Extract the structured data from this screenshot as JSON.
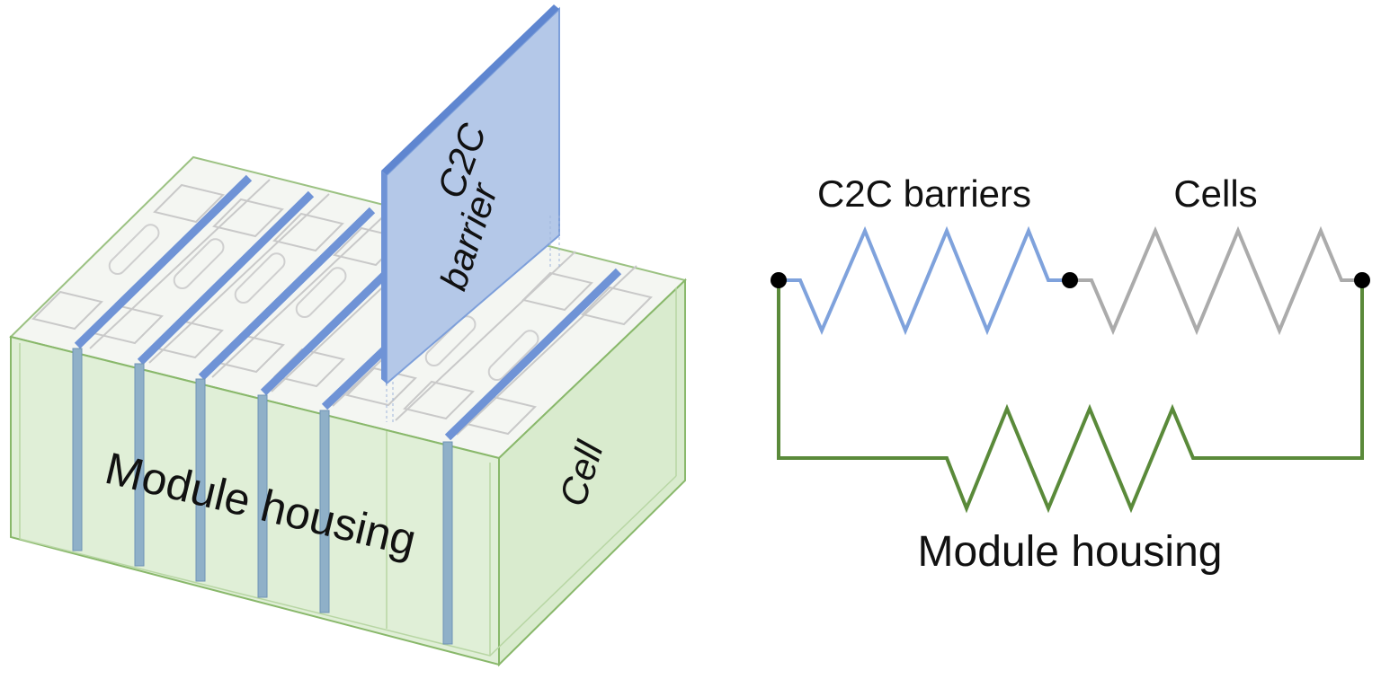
{
  "module": {
    "housing_label": "Module housing",
    "cell_label": "Cell",
    "barrier_label_line1": "C2C",
    "barrier_label_line2": "barrier"
  },
  "circuit": {
    "c2c_barriers_label": "C2C barriers",
    "cells_label": "Cells",
    "housing_label": "Module housing"
  },
  "colors": {
    "housing_green": "#5a8a3a",
    "housing_fill": "#dcedd2",
    "barrier_blue": "#7fa2dc",
    "barrier_face": "#b4c8e8",
    "cells_gray": "#ababab",
    "node": "#000000"
  }
}
